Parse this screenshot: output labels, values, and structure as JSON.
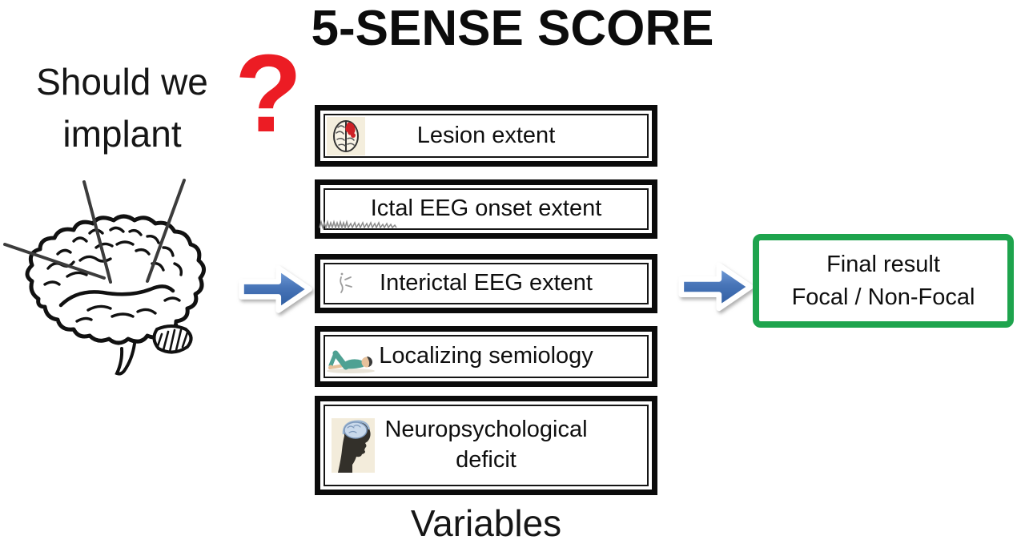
{
  "title": "5-SENSE SCORE",
  "question": {
    "line1": "Should we",
    "line2": "implant",
    "mark": "?"
  },
  "boxes": [
    {
      "label": "Lesion extent",
      "icon": "brain-lesion-icon"
    },
    {
      "label": "Ictal EEG onset extent",
      "icon": "eeg-trace-icon"
    },
    {
      "label": "Interictal EEG extent",
      "icon": "interictal-spike-icon"
    },
    {
      "label": "Localizing semiology",
      "icon": "seizure-person-icon"
    },
    {
      "label": "Neuropsychological deficit",
      "icon": "head-brain-icon"
    }
  ],
  "result": {
    "line1": "Final result",
    "line2": "Focal / Non-Focal"
  },
  "variables_label": "Variables",
  "colors": {
    "question_red": "#ec1c24",
    "result_green": "#1ea44d",
    "arrow_blue_light": "#7aa4dd",
    "arrow_blue_dark": "#2c5a9e",
    "box_border_black": "#0b0b0b"
  }
}
